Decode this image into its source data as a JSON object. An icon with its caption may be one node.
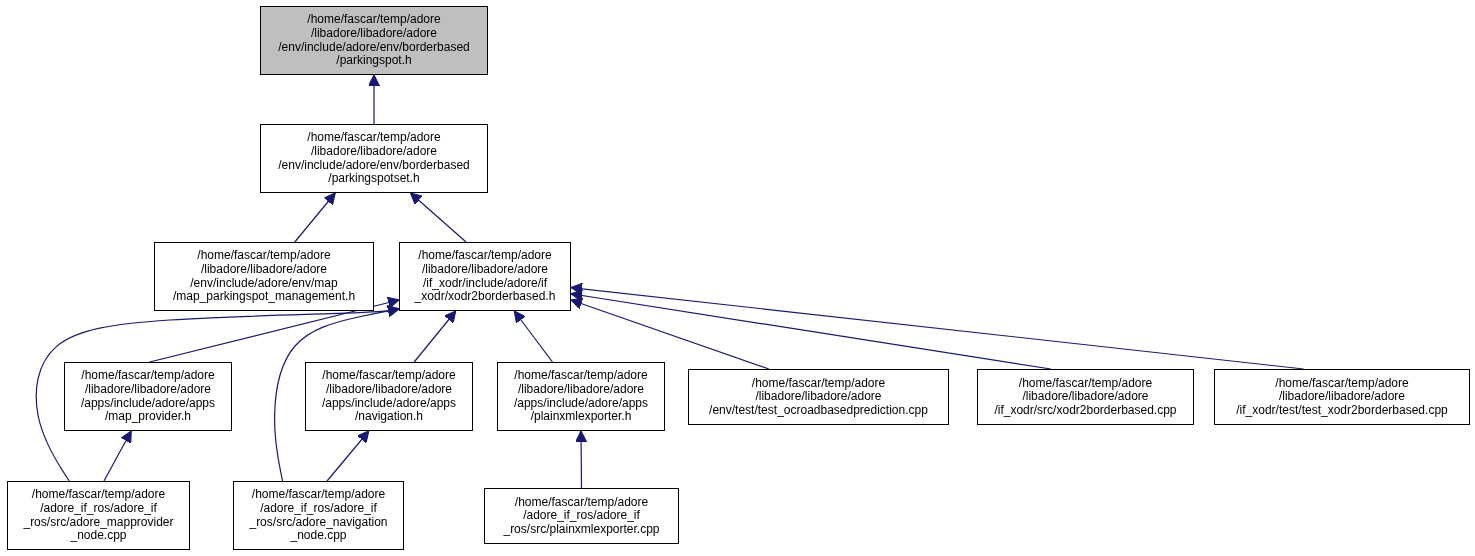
{
  "diagram": {
    "nodes": [
      {
        "text": [
          "/home/fascar/temp/adore /libadore/libadore/adore /env/include/adore/env/borderbased /parkingspot.h"
        ]
      },
      {
        "text": [
          "/home/fascar/temp/adore /libadore/libadore/adore /env/include/adore/env/borderbased /parkingspotset.h"
        ]
      },
      {
        "text": [
          "/home/fascar/temp/adore /libadore/libadore/adore /env/include/adore/env/map /map_parkingspot_management.h"
        ]
      },
      {
        "text": [
          "/home/fascar/temp/adore /libadore/libadore/adore /if_xodr/include/adore/if _xodr/xodr2borderbased.h"
        ]
      },
      {
        "text": [
          "/home/fascar/temp/adore /libadore/libadore/adore /apps/include/adore/apps /map_provider.h"
        ]
      },
      {
        "text": [
          "/home/fascar/temp/adore /libadore/libadore/adore /apps/include/adore/apps /navigation.h"
        ]
      },
      {
        "text": [
          "/home/fascar/temp/adore /libadore/libadore/adore /apps/include/adore/apps /plainxmlexporter.h"
        ]
      },
      {
        "text": [
          "/home/fascar/temp/adore /libadore/libadore/adore /env/test/test_ocroadbasedprediction.cpp"
        ]
      },
      {
        "text": [
          "/home/fascar/temp/adore /libadore/libadore/adore /if_xodr/src/xodr2borderbased.cpp"
        ]
      },
      {
        "text": [
          "/home/fascar/temp/adore /libadore/libadore/adore /if_xodr/test/test_xodr2borderbased.cpp"
        ]
      },
      {
        "text": [
          "/home/fascar/temp/adore /adore_if_ros/adore_if _ros/src/adore_mapprovider _node.cpp"
        ]
      },
      {
        "text": [
          "/home/fascar/temp/adore /adore_if_ros/adore_if _ros/src/adore_navigation _node.cpp"
        ]
      },
      {
        "text": [
          "/home/fascar/temp/adore /adore_if_ros/adore_if _ros/src/plainxmlexporter.cpp"
        ]
      }
    ],
    "edges": [
      {
        "from": 1,
        "to": 0,
        "arrow": "to"
      },
      {
        "from": 2,
        "to": 1,
        "arrow": "to"
      },
      {
        "from": 3,
        "to": 1,
        "arrow": "to"
      },
      {
        "from": 10,
        "to": 3,
        "arrow": "to"
      },
      {
        "from": 4,
        "to": 3,
        "arrow": "to"
      },
      {
        "from": 11,
        "to": 3,
        "arrow": "to"
      },
      {
        "from": 5,
        "to": 3,
        "arrow": "to"
      },
      {
        "from": 6,
        "to": 3,
        "arrow": "to"
      },
      {
        "from": 7,
        "to": 3,
        "arrow": "to"
      },
      {
        "from": 8,
        "to": 3,
        "arrow": "to"
      },
      {
        "from": 9,
        "to": 3,
        "arrow": "to"
      },
      {
        "from": 10,
        "to": 4,
        "arrow": "to"
      },
      {
        "from": 11,
        "to": 5,
        "arrow": "to"
      },
      {
        "from": 12,
        "to": 6,
        "arrow": "to"
      }
    ]
  }
}
